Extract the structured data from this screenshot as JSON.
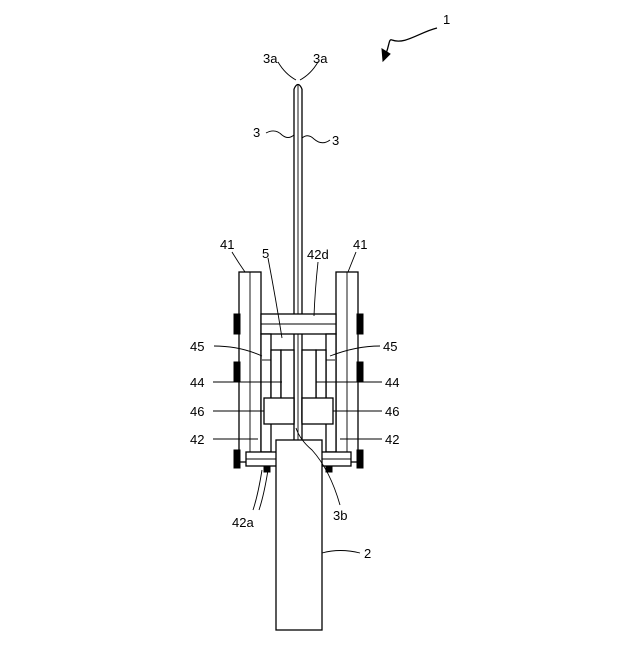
{
  "labels": {
    "l1": "1",
    "l3a_left": "3a",
    "l3a_right": "3a",
    "l3_left": "3",
    "l3_right": "3",
    "l41_left": "41",
    "l41_right": "41",
    "l5": "5",
    "l42d": "42d",
    "l45_left": "45",
    "l45_right": "45",
    "l44_left": "44",
    "l44_right": "44",
    "l46_left": "46",
    "l46_right": "46",
    "l42_left": "42",
    "l42_right": "42",
    "l42a": "42a",
    "l3b": "3b",
    "l2": "2"
  }
}
